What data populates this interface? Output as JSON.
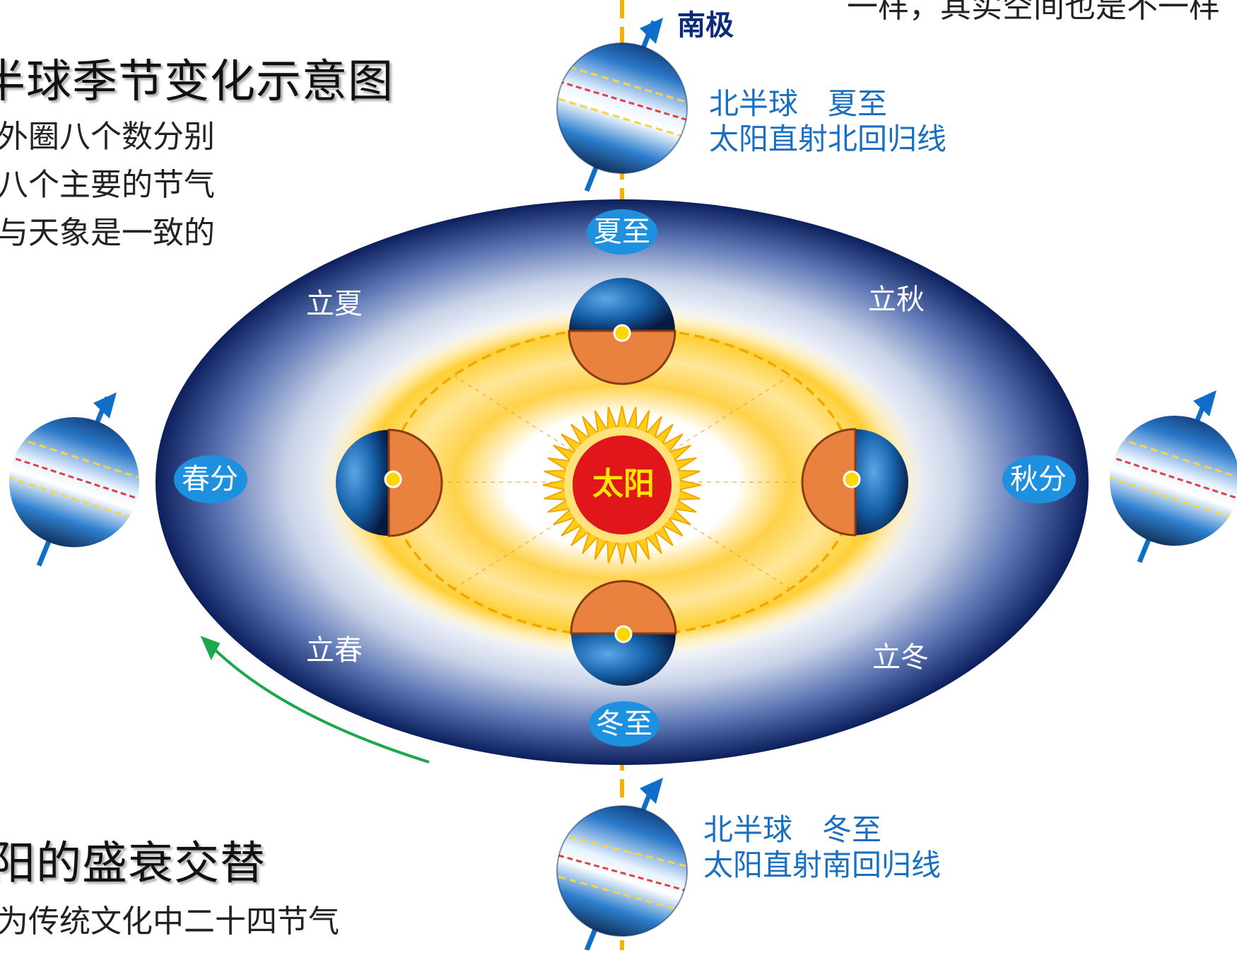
{
  "texts": {
    "top_cut": "一样，其实空间也是不一样",
    "title_main": "半球季节变化示意图",
    "desc": [
      "外圈八个数分别",
      "八个主要的节气",
      "与天象是一致的"
    ],
    "title_bottom": "阳的盛衰交替",
    "desc_bottom": "为传统文化中二十四节气",
    "pole": "南极",
    "summer_caption": [
      "北半球　夏至",
      "太阳直射北回归线"
    ],
    "winter_caption": [
      "北半球　冬至",
      "太阳直射南回归线"
    ],
    "sun": "太阳"
  },
  "solar_terms": {
    "xiazhi": "夏至",
    "dongzhi": "冬至",
    "chunfen": "春分",
    "qiufen": "秋分",
    "lixia": "立夏",
    "liqiu": "立秋",
    "lichun": "立春",
    "lidong": "立冬"
  },
  "colors": {
    "outer_ring": "#0b1f5c",
    "orbit_glow": "#ffc21a",
    "sun_red": "#e0161b",
    "sun_text": "#ffe600",
    "pill": "#1e90e0",
    "caption": "#1a6fc0",
    "arrow_green": "#1aa84a",
    "axis_blue": "#0f6fc8",
    "earth_half": "#e9823f"
  }
}
